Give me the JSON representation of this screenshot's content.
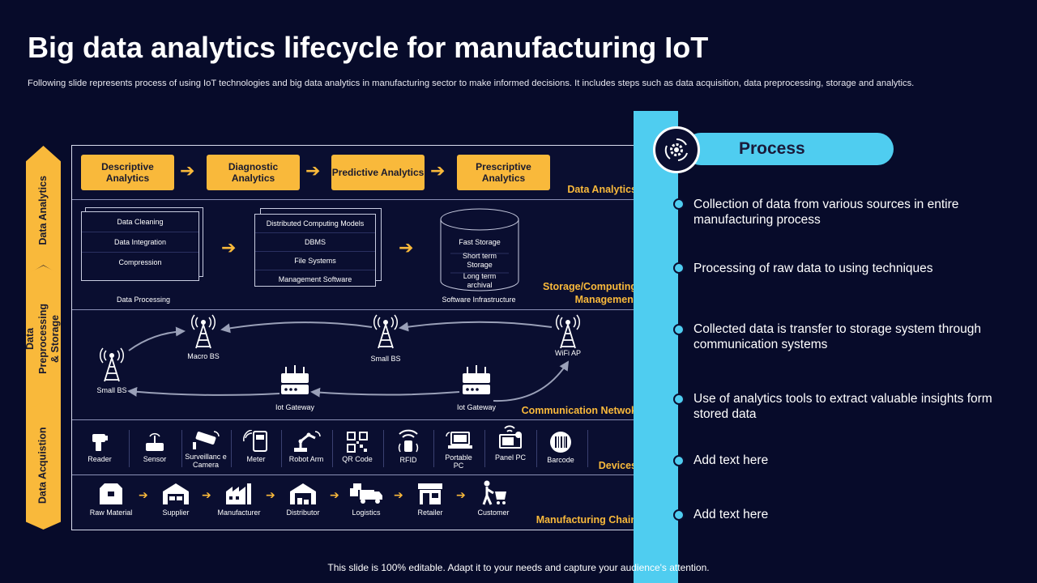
{
  "title": "Big data analytics lifecycle for manufacturing IoT",
  "subtitle": "Following slide represents process of using IoT technologies and big data analytics in manufacturing sector to make informed decisions. It includes steps such as data acquisition, data preprocessing, storage and analytics.",
  "footer": "This slide is 100% editable. Adapt it to your needs and capture your audience's attention.",
  "phases": [
    "Data Analytics",
    "Data Preprocessing & Storage",
    "Data Acquistion"
  ],
  "analytics": {
    "label": "Data Analytics",
    "steps": [
      "Descriptive Analytics",
      "Diagnostic Analytics",
      "Predictive Analytics",
      "Prescriptive Analytics"
    ]
  },
  "storage": {
    "label_line1": "Storage/Computing",
    "label_line2": "Management",
    "processing": {
      "items": [
        "Data Cleaning",
        "Data Integration",
        "Compression"
      ],
      "caption": "Data Processing"
    },
    "computing": {
      "items": [
        "Distributed Computing Models",
        "DBMS",
        "File Systems",
        "Management Software"
      ]
    },
    "infrastructure": {
      "items": [
        "Fast Storage",
        "Short term Storage",
        "Long term archival"
      ],
      "caption": "Software Infrastructure"
    }
  },
  "communication": {
    "label": "Communication Netwok",
    "nodes": {
      "small_bs_left": "Small BS",
      "macro_bs": "Macro BS",
      "small_bs_center": "Small BS",
      "wifi_ap": "WiFi AP",
      "iot_gateway_left": "Iot Gateway",
      "iot_gateway_right": "Iot Gateway"
    }
  },
  "devices": {
    "label": "Devices",
    "items": [
      "Reader",
      "Sensor",
      "Surveillanc e Camera",
      "Meter",
      "Robot Arm",
      "QR Code",
      "RFID",
      "Portable PC",
      "Panel PC",
      "Barcode"
    ]
  },
  "chain": {
    "label": "Manufacturing Chain",
    "items": [
      "Raw Material",
      "Supplier",
      "Manufacturer",
      "Distributor",
      "Logistics",
      "Retailer",
      "Customer"
    ]
  },
  "process": {
    "heading": "Process",
    "points": [
      "Collection of data from various sources in entire manufacturing process",
      "Processing of raw data to using techniques",
      "Collected data is transfer to storage system through communication systems",
      "Use of analytics tools to extract valuable insights form stored data",
      "Add text here",
      "Add text here"
    ]
  },
  "colors": {
    "accent_yellow": "#f9b93b",
    "accent_blue": "#4fcdf0",
    "background": "#070b2a"
  }
}
